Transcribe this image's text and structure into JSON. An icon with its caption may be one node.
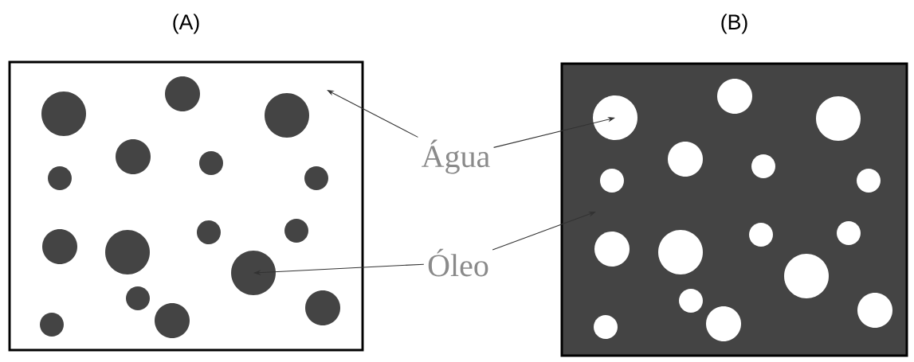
{
  "diagram": {
    "nodes": [
      {
        "text": [
          "(A)"
        ]
      },
      {
        "text": [
          "(B)"
        ]
      },
      {
        "text": [],
        "shape": "circle",
        "in": 0
      },
      {
        "text": [],
        "shape": "circle",
        "in": 1
      },
      {
        "text": [
          "Água"
        ]
      },
      {
        "text": [
          "Óleo"
        ]
      }
    ],
    "edges": [
      {
        "from": 4,
        "to": 0,
        "arrow": "to"
      },
      {
        "from": 4,
        "to": 3,
        "arrow": "to"
      },
      {
        "from": 5,
        "to": 2,
        "arrow": "to"
      },
      {
        "from": 5,
        "to": 1,
        "arrow": "to"
      }
    ]
  }
}
